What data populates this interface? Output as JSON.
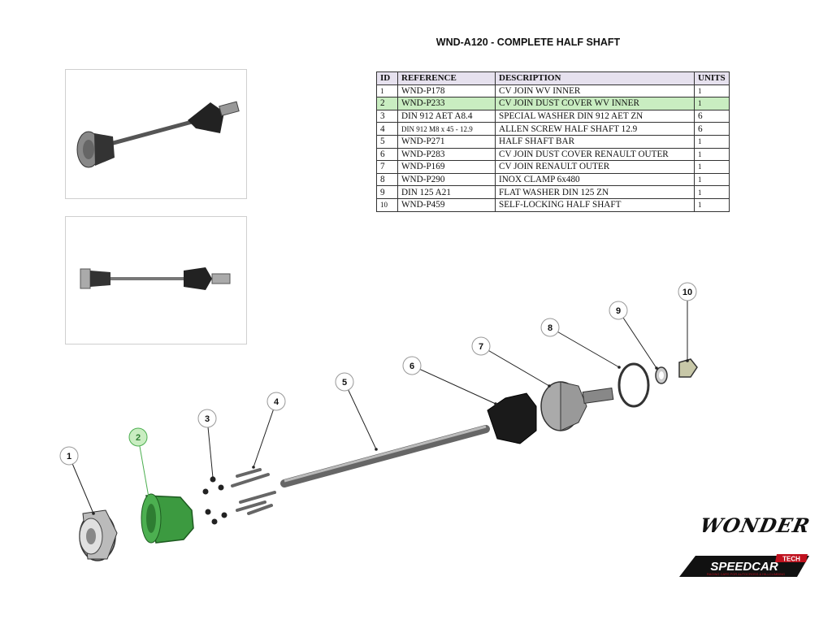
{
  "title": "WND-A120 - COMPLETE HALF SHAFT",
  "table": {
    "headers": [
      "ID",
      "REFERENCE",
      "DESCRIPTION",
      "UNITS"
    ],
    "rows": [
      {
        "id": "1",
        "reference": "WND-P178",
        "description": "CV JOIN WV INNER",
        "units": "1"
      },
      {
        "id": "2",
        "reference": "WND-P233",
        "description": "CV JOIN DUST COVER WV INNER",
        "units": "1"
      },
      {
        "id": "3",
        "reference": "DIN 912 AET A8.4",
        "description": "SPECIAL WASHER DIN 912 AET ZN",
        "units": "6"
      },
      {
        "id": "4",
        "reference": "DIN 912 M8 x 45 - 12.9",
        "description": "ALLEN SCREW HALF SHAFT 12.9",
        "units": "6"
      },
      {
        "id": "5",
        "reference": "WND-P271",
        "description": "HALF SHAFT BAR",
        "units": "1"
      },
      {
        "id": "6",
        "reference": "WND-P283",
        "description": "CV JOIN DUST COVER RENAULT OUTER",
        "units": "1"
      },
      {
        "id": "7",
        "reference": "WND-P169",
        "description": "CV JOIN RENAULT OUTER",
        "units": "1"
      },
      {
        "id": "8",
        "reference": "WND-P290",
        "description": "INOX CLAMP 6x480",
        "units": "1"
      },
      {
        "id": "9",
        "reference": "DIN 125 A21",
        "description": "FLAT WASHER DIN 125 ZN",
        "units": "1"
      },
      {
        "id": "10",
        "reference": "WND-P459",
        "description": "SELF-LOCKING HALF SHAFT",
        "units": "1"
      }
    ],
    "highlighted_row": "2"
  },
  "callouts": [
    "1",
    "2",
    "3",
    "4",
    "5",
    "6",
    "7",
    "8",
    "9",
    "10"
  ],
  "highlighted_callout": "2",
  "brand": {
    "wordmark": "WONDER",
    "logo_text": "SPEEDCAR",
    "logo_badge": "TECH",
    "logo_tagline": "RACING CARS FOR AUTOCROSS & HILLCLIMBING"
  },
  "colors": {
    "highlight_row": "#c9edc1",
    "highlight_part": "#4caf50",
    "header_bg": "#e6e1ee",
    "logo_red": "#c0121f"
  }
}
